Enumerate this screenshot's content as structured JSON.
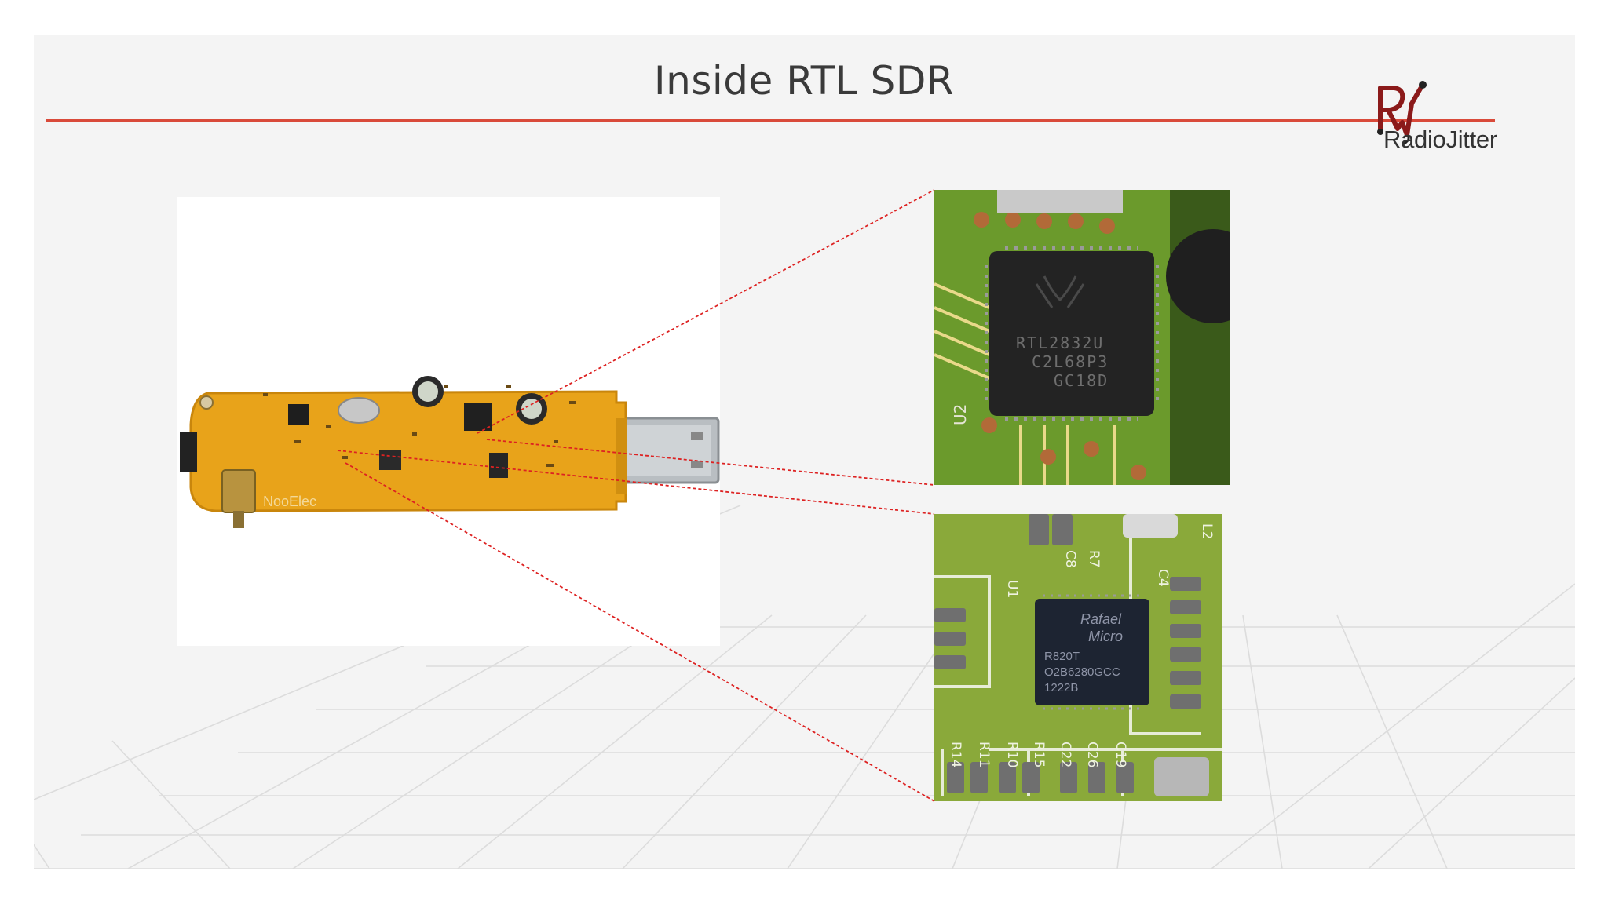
{
  "slide": {
    "title": "Inside RTL SDR",
    "accent_color": "#d94a3a",
    "background_color": "#f4f4f4"
  },
  "logo": {
    "monogram": "RJ",
    "text": "RadioJitter",
    "color": "#8b1a1a"
  },
  "board_photo": {
    "brand_text": "NooElec"
  },
  "closeup_top": {
    "chip_lines": [
      "RTL2832U",
      "C2L68P3",
      "GC18D"
    ],
    "board_label": "U2"
  },
  "closeup_bottom": {
    "chip_lines": [
      "Rafael",
      "Micro",
      "R820T",
      "O2B6280GCC",
      "1222B"
    ],
    "silkscreen": [
      "R14",
      "R11",
      "R10",
      "R15",
      "C22",
      "C26",
      "C19",
      "C8",
      "R7",
      "U1",
      "L2",
      "C4"
    ]
  }
}
